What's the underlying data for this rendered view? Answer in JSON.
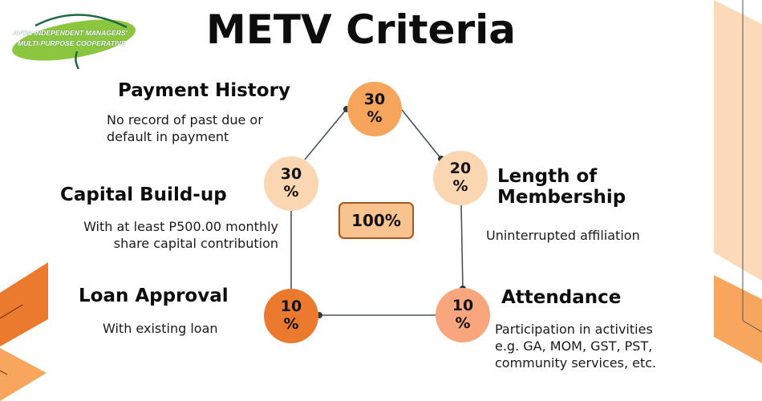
{
  "title": "METV Criteria",
  "logo": {
    "line1": "AVON INDEPENDENT MANAGERS'",
    "line2": "MULTI-PURPOSE COOPERATIVE",
    "icon": "leaf-ellipse-logo"
  },
  "total": "100%",
  "criteria": [
    {
      "id": "payment-history",
      "heading": "Payment History",
      "description": [
        "No record of past due or",
        "default in payment"
      ],
      "weight": "30",
      "unit": "%",
      "circle_color": "#F7A45D"
    },
    {
      "id": "length-of-membership",
      "heading": [
        "Length of",
        "Membership"
      ],
      "description": [
        "Uninterrupted affiliation"
      ],
      "weight": "20",
      "unit": "%",
      "circle_color": "#FBD6B2"
    },
    {
      "id": "attendance",
      "heading": "Attendance",
      "description": [
        "Participation in activities",
        "e.g. GA, MOM, GST, PST,",
        "community services, etc."
      ],
      "weight": "10",
      "unit": "%",
      "circle_color": "#F9A67E"
    },
    {
      "id": "loan-approval",
      "heading": "Loan Approval",
      "description": [
        "With existing loan"
      ],
      "weight": "10",
      "unit": "%",
      "circle_color": "#EC7A2E"
    },
    {
      "id": "capital-build-up",
      "heading": "Capital Build-up",
      "description": [
        "With at least P500.00 monthly",
        "share capital contribution"
      ],
      "weight": "30",
      "unit": "%",
      "circle_color": "#FBD6B2"
    }
  ],
  "colors": {
    "connector": "#4a5358",
    "dot": "#2f3b40",
    "deco_dark_orange": "#EC7A2E",
    "deco_light_orange": "#F8A65E",
    "deco_peach": "#FCD9B8",
    "logo_green": "#8CC63F",
    "logo_dark_green": "#1F6B3F"
  }
}
